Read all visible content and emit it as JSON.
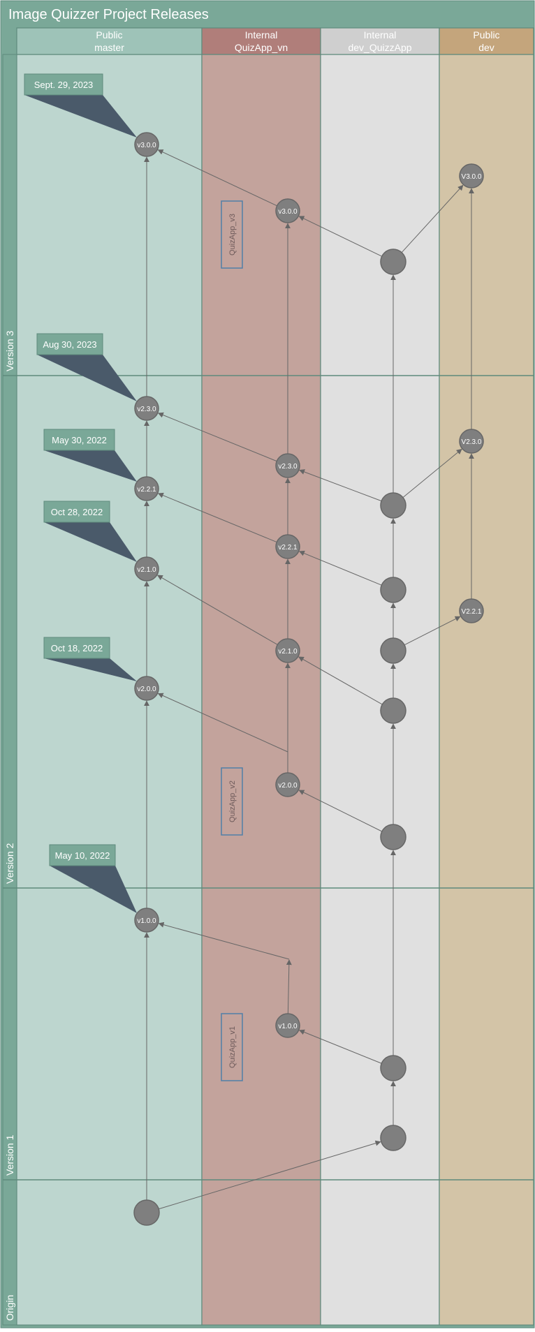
{
  "title": "Image Quizzer Project Releases",
  "colors": {
    "frame": "#7aa898",
    "frame_border": "#5e8a7c",
    "lane_master": "#bdd6cf",
    "lane_vn": "#c3a39c",
    "lane_dev_quizz": "#e0e0e0",
    "lane_dev": "#d3c4a7",
    "header_master": "#9ec3b8",
    "header_vn": "#b07e7a",
    "header_dev_quizz": "#cfcfcf",
    "header_dev": "#c4a57c",
    "node_fill": "#7f7f7f",
    "node_stroke": "#666666",
    "callout_box": "#7aa898",
    "callout_tail": "#4a5a6a",
    "arrow": "#666666",
    "branch_label": "#4f7fa8"
  },
  "lanes": [
    {
      "id": "master",
      "line1": "Public",
      "line2": "master"
    },
    {
      "id": "vn",
      "line1": "Internal",
      "line2": "QuizApp_vn"
    },
    {
      "id": "devq",
      "line1": "Internal",
      "line2": "dev_QuizzApp"
    },
    {
      "id": "dev",
      "line1": "Public",
      "line2": "dev"
    }
  ],
  "phases": [
    {
      "id": "v3",
      "label": "Version 3"
    },
    {
      "id": "v2",
      "label": "Version 2"
    },
    {
      "id": "v1",
      "label": "Version 1"
    },
    {
      "id": "origin",
      "label": "Origin"
    }
  ],
  "branch_labels": [
    {
      "id": "bl3",
      "text": "QuizApp_v3"
    },
    {
      "id": "bl2",
      "text": "QuizApp_v2"
    },
    {
      "id": "bl1",
      "text": "QuizApp_v1"
    }
  ],
  "nodes": [
    {
      "id": "m300",
      "lane": "master",
      "label": "v3.0.0"
    },
    {
      "id": "m230",
      "lane": "master",
      "label": "v2.3.0"
    },
    {
      "id": "m221",
      "lane": "master",
      "label": "v2.2.1"
    },
    {
      "id": "m210",
      "lane": "master",
      "label": "v2.1.0"
    },
    {
      "id": "m200",
      "lane": "master",
      "label": "v2.0.0"
    },
    {
      "id": "m100",
      "lane": "master",
      "label": "v1.0.0"
    },
    {
      "id": "m0",
      "lane": "master",
      "label": ""
    },
    {
      "id": "n300",
      "lane": "vn",
      "label": "v3.0.0"
    },
    {
      "id": "n230",
      "lane": "vn",
      "label": "v2.3.0"
    },
    {
      "id": "n221",
      "lane": "vn",
      "label": "v2.2.1"
    },
    {
      "id": "n210",
      "lane": "vn",
      "label": "v2.1.0"
    },
    {
      "id": "n200",
      "lane": "vn",
      "label": "v2.0.0"
    },
    {
      "id": "n100",
      "lane": "vn",
      "label": "v1.0.0"
    },
    {
      "id": "q8",
      "lane": "devq",
      "label": ""
    },
    {
      "id": "q7",
      "lane": "devq",
      "label": ""
    },
    {
      "id": "q6",
      "lane": "devq",
      "label": ""
    },
    {
      "id": "q5",
      "lane": "devq",
      "label": ""
    },
    {
      "id": "q4",
      "lane": "devq",
      "label": ""
    },
    {
      "id": "q3",
      "lane": "devq",
      "label": ""
    },
    {
      "id": "q2",
      "lane": "devq",
      "label": ""
    },
    {
      "id": "q1",
      "lane": "devq",
      "label": ""
    },
    {
      "id": "d300",
      "lane": "dev",
      "label": "V3.0.0"
    },
    {
      "id": "d230",
      "lane": "dev",
      "label": "V2.3.0"
    },
    {
      "id": "d221",
      "lane": "dev",
      "label": "V2.2.1"
    }
  ],
  "callouts": [
    {
      "id": "c300",
      "text": "Sept. 29, 2023",
      "target": "m300"
    },
    {
      "id": "c230",
      "text": "Aug 30, 2023",
      "target": "m230"
    },
    {
      "id": "c221",
      "text": "May 30, 2022",
      "target": "m221"
    },
    {
      "id": "c210",
      "text": "Oct 28, 2022",
      "target": "m210"
    },
    {
      "id": "c200",
      "text": "Oct 18, 2022",
      "target": "m200"
    },
    {
      "id": "c100",
      "text": "May 10, 2022",
      "target": "m100"
    }
  ],
  "edges": [
    {
      "from": "m0",
      "to": "m100"
    },
    {
      "from": "m100",
      "to": "m200"
    },
    {
      "from": "m200",
      "to": "m210"
    },
    {
      "from": "m210",
      "to": "m221"
    },
    {
      "from": "m221",
      "to": "m230"
    },
    {
      "from": "m230",
      "to": "m300"
    },
    {
      "from": "m0",
      "to": "q1"
    },
    {
      "from": "q1",
      "to": "q2"
    },
    {
      "from": "q2",
      "to": "n100"
    },
    {
      "from": "n100",
      "to": "vn_merge1"
    },
    {
      "from": "vn_merge1",
      "to": "m100"
    },
    {
      "from": "q2",
      "to": "q3"
    },
    {
      "from": "q3",
      "to": "n200"
    },
    {
      "from": "q3",
      "to": "q4"
    },
    {
      "from": "q4",
      "to": "n210"
    },
    {
      "from": "n200",
      "to": "n210"
    },
    {
      "from": "vn_merge2",
      "to": "m200"
    },
    {
      "from": "q4",
      "to": "q5"
    },
    {
      "from": "q5",
      "to": "d221"
    },
    {
      "from": "n210",
      "to": "m210"
    },
    {
      "from": "q5",
      "to": "q6"
    },
    {
      "from": "q6",
      "to": "n221"
    },
    {
      "from": "n210",
      "to": "n221"
    },
    {
      "from": "n221",
      "to": "m221"
    },
    {
      "from": "q6",
      "to": "q7"
    },
    {
      "from": "q7",
      "to": "n230"
    },
    {
      "from": "q7",
      "to": "d230"
    },
    {
      "from": "n221",
      "to": "n230"
    },
    {
      "from": "n230",
      "to": "m230"
    },
    {
      "from": "d221",
      "to": "d230"
    },
    {
      "from": "q7",
      "to": "q8"
    },
    {
      "from": "q8",
      "to": "n300"
    },
    {
      "from": "q8",
      "to": "d300"
    },
    {
      "from": "n230",
      "to": "n300"
    },
    {
      "from": "n300",
      "to": "m300"
    },
    {
      "from": "d230",
      "to": "d300"
    }
  ]
}
